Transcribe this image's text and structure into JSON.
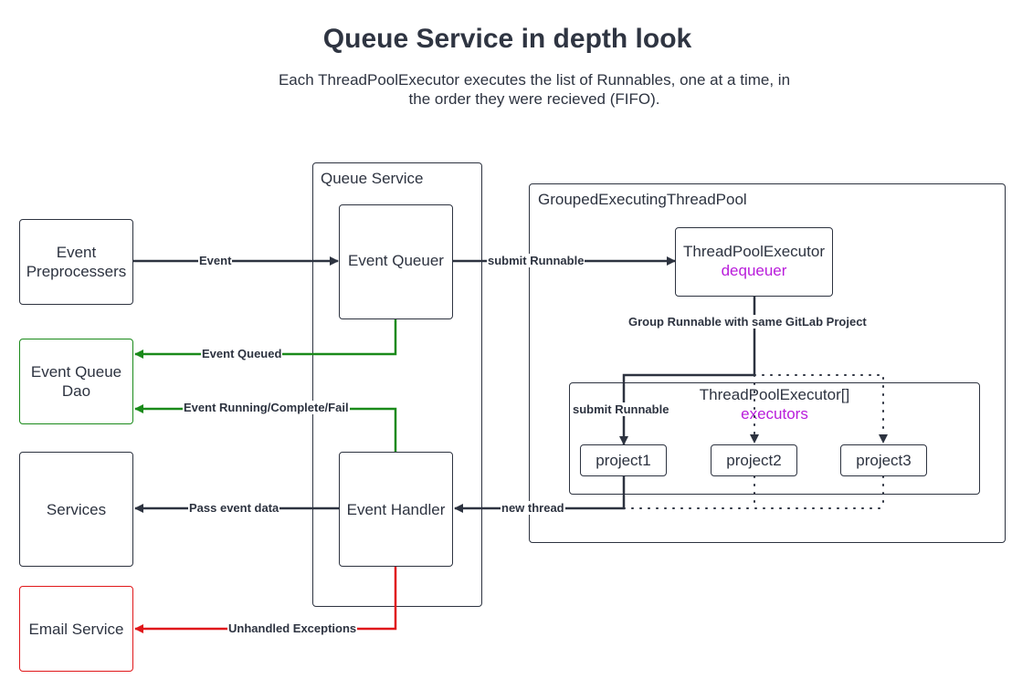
{
  "header": {
    "title": "Queue Service in depth look",
    "subtitle_line1": "Each ThreadPoolExecutor executes the list of Runnables, one at a time, in",
    "subtitle_line2": "the order they were recieved (FIFO)."
  },
  "containers": {
    "queue_service": "Queue Service",
    "grouped_pool": "GroupedExecutingThreadPool",
    "executors_title": "ThreadPoolExecutor[]",
    "executors_sub": "executors"
  },
  "nodes": {
    "event_preprocessers_line1": "Event",
    "event_preprocessers_line2": "Preprocessers",
    "event_queue_dao_line1": "Event Queue",
    "event_queue_dao_line2": "Dao",
    "services": "Services",
    "email_service": "Email Service",
    "event_queuer": "Event Queuer",
    "event_handler": "Event Handler",
    "dequeuer_title": "ThreadPoolExecutor",
    "dequeuer_sub": "dequeuer",
    "project1": "project1",
    "project2": "project2",
    "project3": "project3"
  },
  "edges": {
    "event": "Event",
    "submit_runnable_1": "submit Runnable",
    "event_queued": "Event Queued",
    "event_running": "Event Running/Complete/Fail",
    "pass_event_data": "Pass event data",
    "new_thread": "new thread",
    "unhandled_exceptions": "Unhandled Exceptions",
    "group_runnable": "Group Runnable with same GitLab Project",
    "submit_runnable_2": "submit Runnable"
  },
  "colors": {
    "default_line": "#2d3340",
    "green_line": "#1a8a1a",
    "red_line": "#e0171a",
    "accent_text": "#b91ddb"
  }
}
